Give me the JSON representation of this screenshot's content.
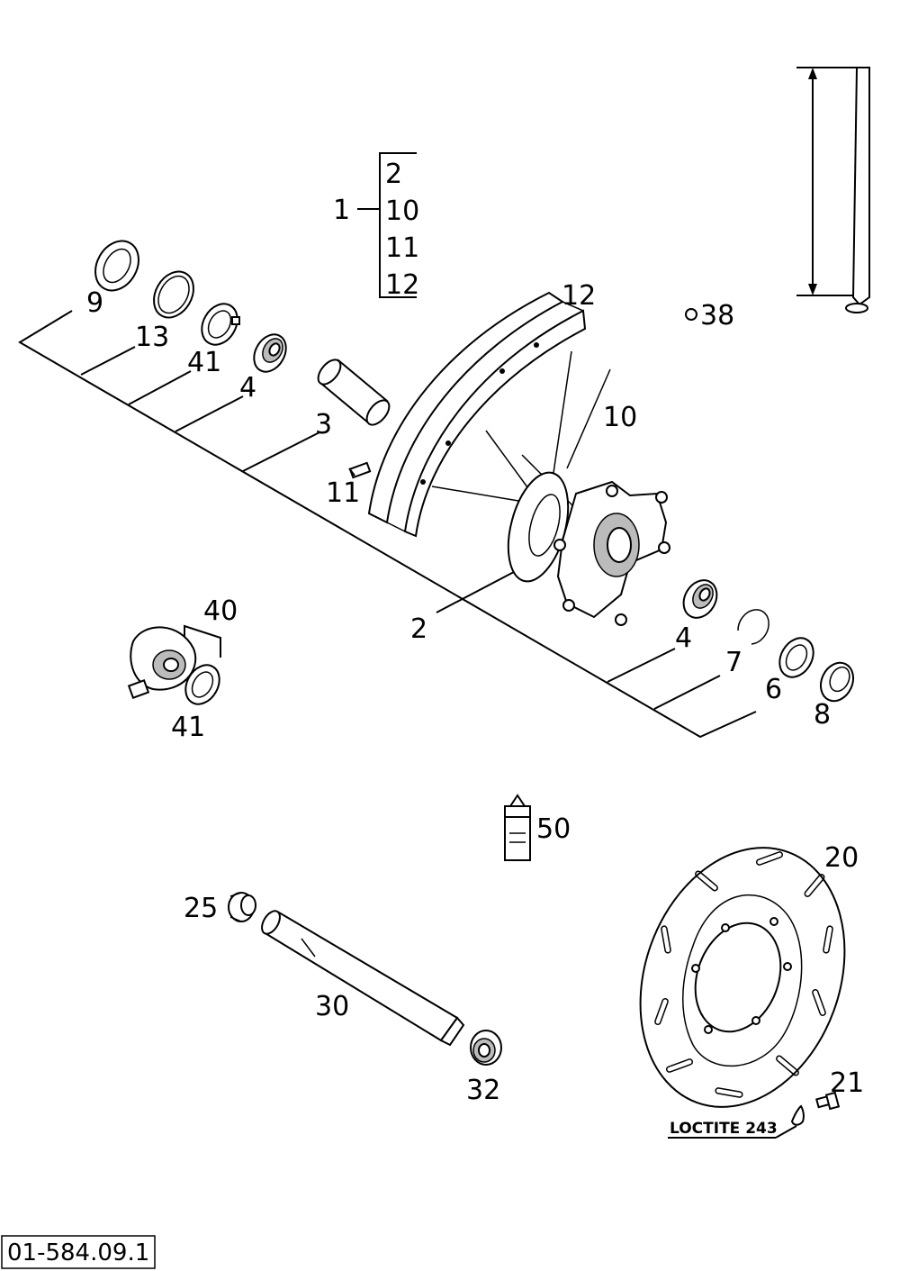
{
  "diagram_code": "01-584.09.1",
  "assembly": {
    "parent": "1",
    "children": [
      "2",
      "10",
      "11",
      "12"
    ]
  },
  "labels": {
    "p9": "9",
    "p13": "13",
    "p41a": "41",
    "p4a": "4",
    "p3": "3",
    "p11": "11",
    "p12": "12",
    "p10": "10",
    "p38": "38",
    "p2": "2",
    "p4b": "4",
    "p7": "7",
    "p6": "6",
    "p8": "8",
    "p40": "40",
    "p41b": "41",
    "p50": "50",
    "p20": "20",
    "p25": "25",
    "p30": "30",
    "p32": "32",
    "p21": "21"
  },
  "note": "LOCTITE 243"
}
